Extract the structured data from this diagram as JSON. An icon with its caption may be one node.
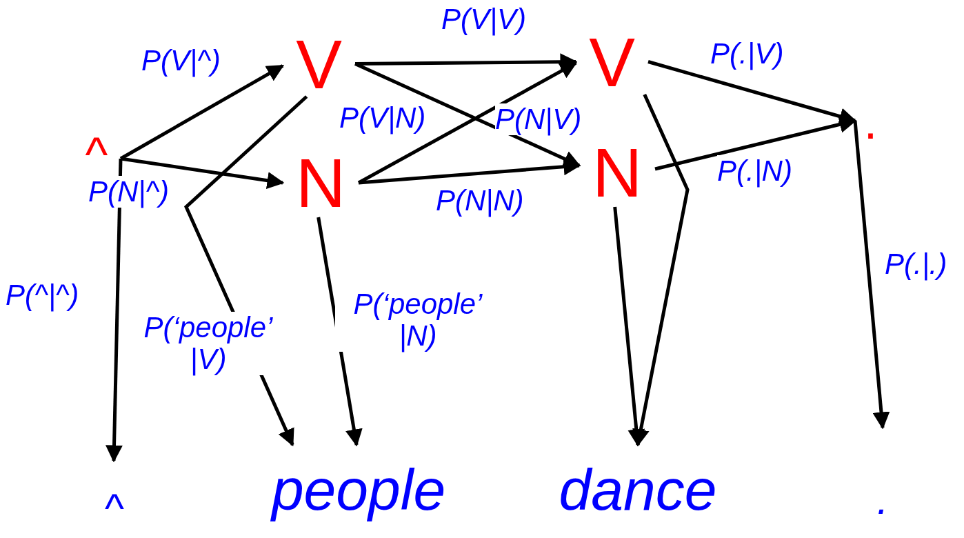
{
  "diagram": {
    "nodes": [
      {
        "text": [
          "^"
        ]
      },
      {
        "text": [
          "V"
        ]
      },
      {
        "text": [
          "N"
        ]
      },
      {
        "text": [
          "V"
        ]
      },
      {
        "text": [
          "N"
        ]
      },
      {
        "text": [
          "."
        ]
      },
      {
        "text": [
          "^"
        ]
      },
      {
        "text": [
          "people"
        ]
      },
      {
        "text": [
          "dance"
        ]
      },
      {
        "text": [
          "."
        ]
      }
    ],
    "edges": [
      {
        "from": 0,
        "to": 1,
        "arrow": "to",
        "label": "P(V|^)"
      },
      {
        "from": 0,
        "to": 2,
        "arrow": "to",
        "label": "P(N|^)"
      },
      {
        "from": 0,
        "to": 6,
        "arrow": "to",
        "label": "P(^|^)"
      },
      {
        "from": 1,
        "to": 3,
        "arrow": "to",
        "label": "P(V|V)"
      },
      {
        "from": 1,
        "to": 4,
        "arrow": "to",
        "label": "P(N|V)"
      },
      {
        "from": 2,
        "to": 3,
        "arrow": "to",
        "label": "P(V|N)"
      },
      {
        "from": 2,
        "to": 4,
        "arrow": "to",
        "label": "P(N|N)"
      },
      {
        "from": 3,
        "to": 5,
        "arrow": "to",
        "label": "P(.|V)"
      },
      {
        "from": 4,
        "to": 5,
        "arrow": "to",
        "label": "P(.|N)"
      },
      {
        "from": 5,
        "to": 9,
        "arrow": "to",
        "label": "P(.|.)"
      },
      {
        "from": 1,
        "to": 7,
        "arrow": "to",
        "label": "P(‘people’ |V)"
      },
      {
        "from": 2,
        "to": 7,
        "arrow": "to",
        "label": "P(‘people’ |N)"
      },
      {
        "from": 3,
        "to": 8,
        "arrow": "to"
      },
      {
        "from": 4,
        "to": 8,
        "arrow": "to"
      }
    ]
  }
}
